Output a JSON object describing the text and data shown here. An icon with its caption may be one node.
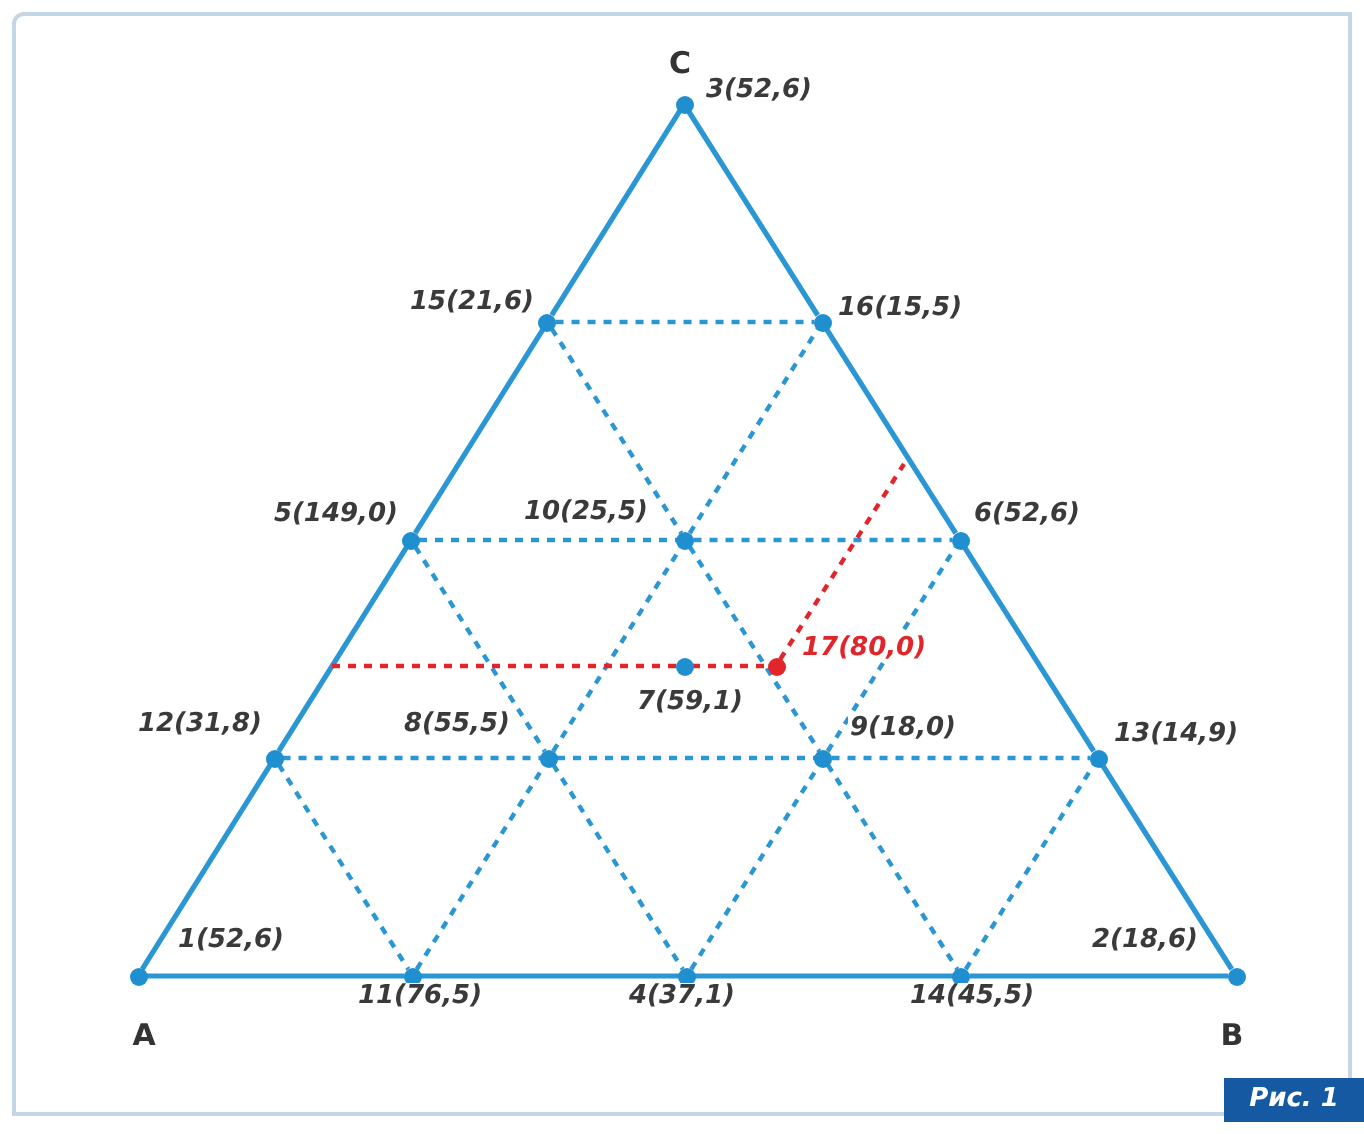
{
  "diagram": {
    "nodes": [
      {
        "text": [],
        "shape": "circle",
        "beside": [
          "1(52,6)"
        ]
      },
      {
        "text": [],
        "shape": "circle",
        "beside": [
          "2(18,6)"
        ]
      },
      {
        "text": [],
        "shape": "circle",
        "beside": [
          "3(52,6)"
        ]
      },
      {
        "text": [],
        "shape": "circle",
        "beside": [
          "4(37,1)"
        ]
      },
      {
        "text": [],
        "shape": "circle",
        "beside": [
          "5(149,0)"
        ]
      },
      {
        "text": [],
        "shape": "circle",
        "beside": [
          "6(52,6)"
        ]
      },
      {
        "text": [],
        "shape": "circle",
        "beside": [
          "7(59,1)"
        ]
      },
      {
        "text": [],
        "shape": "circle",
        "beside": [
          "8(55,5)"
        ]
      },
      {
        "text": [],
        "shape": "circle",
        "beside": [
          "9(18,0)"
        ]
      },
      {
        "text": [],
        "shape": "circle",
        "beside": [
          "10(25,5)"
        ]
      },
      {
        "text": [],
        "shape": "circle",
        "beside": [
          "11(76,5)"
        ]
      },
      {
        "text": [],
        "shape": "circle",
        "beside": [
          "12(31,8)"
        ]
      },
      {
        "text": [],
        "shape": "circle",
        "beside": [
          "13(14,9)"
        ]
      },
      {
        "text": [],
        "shape": "circle",
        "beside": [
          "14(45,5)"
        ]
      },
      {
        "text": [],
        "shape": "circle",
        "beside": [
          "15(21,6)"
        ]
      },
      {
        "text": [],
        "shape": "circle",
        "beside": [
          "16(15,5)"
        ]
      },
      {
        "text": [],
        "shape": "circle",
        "beside": [
          "17(80,0)"
        ]
      }
    ],
    "edges": [
      {
        "from": 0,
        "to": 10,
        "arrow": "none"
      },
      {
        "from": 10,
        "to": 3,
        "arrow": "none"
      },
      {
        "from": 3,
        "to": 13,
        "arrow": "none"
      },
      {
        "from": 13,
        "to": 1,
        "arrow": "none"
      },
      {
        "from": 0,
        "to": 11,
        "arrow": "none"
      },
      {
        "from": 11,
        "to": 4,
        "arrow": "none"
      },
      {
        "from": 4,
        "to": 14,
        "arrow": "none"
      },
      {
        "from": 14,
        "to": 2,
        "arrow": "none"
      },
      {
        "from": 1,
        "to": 12,
        "arrow": "none"
      },
      {
        "from": 12,
        "to": 5,
        "arrow": "none"
      },
      {
        "from": 5,
        "to": 15,
        "arrow": "none"
      },
      {
        "from": 15,
        "to": 2,
        "arrow": "none"
      },
      {
        "from": 14,
        "to": 15,
        "arrow": "none",
        "style": "dashed"
      },
      {
        "from": 4,
        "to": 9,
        "arrow": "none",
        "style": "dashed"
      },
      {
        "from": 9,
        "to": 5,
        "arrow": "none",
        "style": "dashed"
      },
      {
        "from": 11,
        "to": 7,
        "arrow": "none",
        "style": "dashed"
      },
      {
        "from": 7,
        "to": 8,
        "arrow": "none",
        "style": "dashed"
      },
      {
        "from": 8,
        "to": 12,
        "arrow": "none",
        "style": "dashed"
      },
      {
        "from": 14,
        "to": 9,
        "arrow": "none",
        "style": "dashed"
      },
      {
        "from": 9,
        "to": 8,
        "arrow": "none",
        "style": "dashed"
      },
      {
        "from": 8,
        "to": 13,
        "arrow": "none",
        "style": "dashed"
      },
      {
        "from": 4,
        "to": 7,
        "arrow": "none",
        "style": "dashed"
      },
      {
        "from": 7,
        "to": 3,
        "arrow": "none",
        "style": "dashed"
      },
      {
        "from": 11,
        "to": 10,
        "arrow": "none",
        "style": "dashed"
      },
      {
        "from": 10,
        "to": 7,
        "arrow": "none",
        "style": "dashed"
      },
      {
        "from": 7,
        "to": 9,
        "arrow": "none",
        "style": "dashed"
      },
      {
        "from": 9,
        "to": 15,
        "arrow": "none",
        "style": "dashed"
      },
      {
        "from": 3,
        "to": 8,
        "arrow": "none",
        "style": "dashed"
      },
      {
        "from": 8,
        "to": 5,
        "arrow": "none",
        "style": "dashed"
      },
      {
        "from": 13,
        "to": 12,
        "arrow": "none",
        "style": "dashed"
      },
      {
        "from": null,
        "to": 6,
        "arrow": "none",
        "style": "dashed",
        "color": "#e0262b"
      },
      {
        "from": 6,
        "to": 16,
        "arrow": "none",
        "style": "dashed",
        "color": "#e0262b"
      },
      {
        "from": 16,
        "to": null,
        "arrow": "none",
        "style": "dashed",
        "color": "#e0262b"
      }
    ],
    "labels": [
      "C",
      "A",
      "B",
      "Рис. 1"
    ]
  }
}
